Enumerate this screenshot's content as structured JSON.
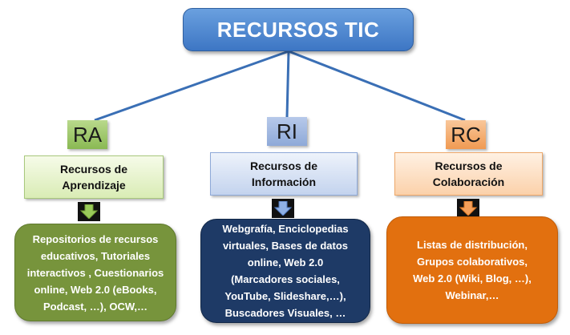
{
  "root": {
    "label": "RECURSOS TIC"
  },
  "branches": [
    {
      "key": "ra",
      "abbr": "RA",
      "title_lines": [
        "Recursos de",
        "Aprendizaje"
      ],
      "detail_lines": [
        "Repositorios de recursos",
        "educativos, Tutoriales",
        "interactivos , Cuestionarios",
        "online, Web 2.0 (eBooks,",
        "Podcast, …), OCW,…"
      ]
    },
    {
      "key": "ri",
      "abbr": "RI",
      "title_lines": [
        "Recursos de",
        "Información"
      ],
      "detail_lines": [
        "Webgrafía, Enciclopedias",
        "virtuales, Bases de datos",
        "online, Web 2.0",
        "(Marcadores sociales,",
        "YouTube, Slideshare,…),",
        "Buscadores Visuales, …"
      ]
    },
    {
      "key": "rc",
      "abbr": "RC",
      "title_lines": [
        "Recursos de",
        "Colaboración"
      ],
      "detail_lines": [
        "Listas de distribución,",
        "Grupos colaborativos,",
        "Web 2.0 (Wiki, Blog, …),",
        "Webinar,…"
      ]
    }
  ],
  "colors": {
    "root": "#4a86d0",
    "ra": "#77943c",
    "ri": "#1e3a66",
    "rc": "#e2700f",
    "line": "#3a6fb5"
  }
}
